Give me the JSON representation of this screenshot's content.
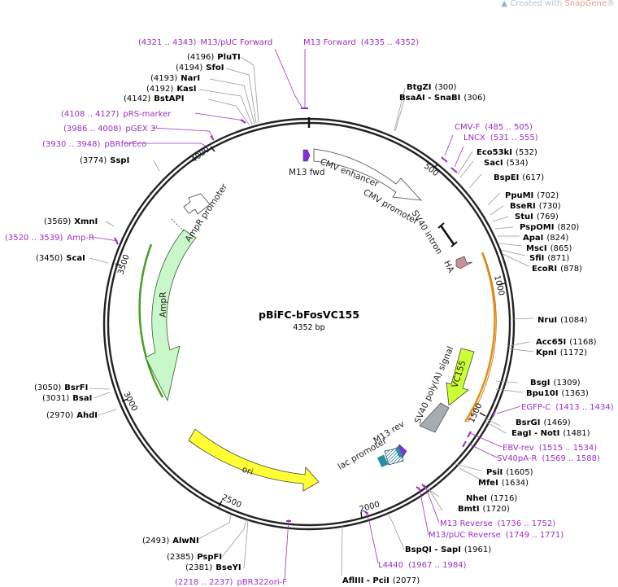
{
  "credit": {
    "prefix": "Created with ",
    "brand": "SnapGene",
    "reg": "®"
  },
  "plasmid": {
    "name": "pBiFC-bFosVC155",
    "size_label": "4352 bp",
    "length": 4352
  },
  "ticks": [
    {
      "label": "500",
      "pos": 500
    },
    {
      "label": "1000",
      "pos": 1000
    },
    {
      "label": "1500",
      "pos": 1500
    },
    {
      "label": "2000",
      "pos": 2000
    },
    {
      "label": "2500",
      "pos": 2500
    },
    {
      "label": "3000",
      "pos": 3000
    },
    {
      "label": "3500",
      "pos": 3500
    },
    {
      "label": "4000",
      "pos": 4000
    }
  ],
  "colors": {
    "enzyme": "#000000",
    "primer": "#9b2fc4",
    "ampr": "#c9f7c9",
    "ori": "#ffff33",
    "vc155": "#ccff33",
    "cmv": "#ffffff",
    "sv40polya": "#a6acb2",
    "ha": "#c9909a",
    "m13fwd": "#8a2be2",
    "lac": "#2a8ca0",
    "orange_arc": "#e88e12",
    "green_arc": "#4a9e1f"
  },
  "features": [
    {
      "name": "CMV enhancer",
      "label": "CMV enhancer"
    },
    {
      "name": "CMV promoter",
      "label": "CMV promoter"
    },
    {
      "name": "SV40 intron",
      "label": "SV40 intron"
    },
    {
      "name": "HA",
      "label": "HA"
    },
    {
      "name": "VC155",
      "label": "VC155"
    },
    {
      "name": "SV40 poly(A) signal",
      "label": "SV40 poly(A) signal"
    },
    {
      "name": "M13 rev",
      "label": "M13 rev"
    },
    {
      "name": "lac promoter",
      "label": "lac promoter"
    },
    {
      "name": "ori",
      "label": "ori"
    },
    {
      "name": "AmpR",
      "label": "AmpR"
    },
    {
      "name": "AmpR promoter",
      "label": "AmpR promoter"
    },
    {
      "name": "M13 fwd",
      "label": "M13 fwd"
    }
  ],
  "sites": [
    {
      "name": "BtgZI",
      "pos": "(300)"
    },
    {
      "name": "BsaAI - SnaBI",
      "pos": "(306)"
    },
    {
      "name": "Eco53kI",
      "pos": "(532)"
    },
    {
      "name": "SacI",
      "pos": "(534)"
    },
    {
      "name": "BspEI",
      "pos": "(617)"
    },
    {
      "name": "PpuMI",
      "pos": "(702)"
    },
    {
      "name": "BseRI",
      "pos": "(730)"
    },
    {
      "name": "StuI",
      "pos": "(769)"
    },
    {
      "name": "PspOMI",
      "pos": "(820)"
    },
    {
      "name": "ApaI",
      "pos": "(824)"
    },
    {
      "name": "MscI",
      "pos": "(865)"
    },
    {
      "name": "SfiI",
      "pos": "(871)"
    },
    {
      "name": "EcoRI",
      "pos": "(878)"
    },
    {
      "name": "NruI",
      "pos": "(1084)"
    },
    {
      "name": "Acc65I",
      "pos": "(1168)"
    },
    {
      "name": "KpnI",
      "pos": "(1172)"
    },
    {
      "name": "BsgI",
      "pos": "(1309)"
    },
    {
      "name": "Bpu10I",
      "pos": "(1363)"
    },
    {
      "name": "BsrGI",
      "pos": "(1469)"
    },
    {
      "name": "EagI - NotI",
      "pos": "(1481)"
    },
    {
      "name": "PsiI",
      "pos": "(1605)"
    },
    {
      "name": "MfeI",
      "pos": "(1634)"
    },
    {
      "name": "NheI",
      "pos": "(1716)"
    },
    {
      "name": "BmtI",
      "pos": "(1720)"
    },
    {
      "name": "BspQI - SapI",
      "pos": "(1961)"
    },
    {
      "name": "AflIII - PciI",
      "pos": "(2077)"
    },
    {
      "name": "PspFI",
      "pos": "(2385)"
    },
    {
      "name": "BseYI",
      "pos": "(2381)"
    },
    {
      "name": "AlwNI",
      "pos": "(2493)"
    },
    {
      "name": "AhdI",
      "pos": "(2970)"
    },
    {
      "name": "BsaI",
      "pos": "(3031)"
    },
    {
      "name": "BsrFI",
      "pos": "(3050)"
    },
    {
      "name": "ScaI",
      "pos": "(3450)"
    },
    {
      "name": "XmnI",
      "pos": "(3569)"
    },
    {
      "name": "SspI",
      "pos": "(3774)"
    },
    {
      "name": "BstAPI",
      "pos": "(4142)"
    },
    {
      "name": "KasI",
      "pos": "(4192)"
    },
    {
      "name": "NarI",
      "pos": "(4193)"
    },
    {
      "name": "SfoI",
      "pos": "(4194)"
    },
    {
      "name": "PluTI",
      "pos": "(4196)"
    }
  ],
  "primers": [
    {
      "name": "M13/pUC Forward",
      "range": "(4321 .. 4343)"
    },
    {
      "name": "M13 Forward",
      "range": "(4335 .. 4352)"
    },
    {
      "name": "CMV-F",
      "range": "(485 .. 505)"
    },
    {
      "name": "LNCX",
      "range": "(531 .. 555)"
    },
    {
      "name": "EGFP-C",
      "range": "(1413 .. 1434)"
    },
    {
      "name": "EBV-rev",
      "range": "(1515 .. 1534)"
    },
    {
      "name": "SV40pA-R",
      "range": "(1569 .. 1588)"
    },
    {
      "name": "M13 Reverse",
      "range": "(1736 .. 1752)"
    },
    {
      "name": "M13/pUC Reverse",
      "range": "(1749 .. 1771)"
    },
    {
      "name": "L4440",
      "range": "(1967 .. 1984)"
    },
    {
      "name": "pBR322ori-F",
      "range": "(2218 .. 2237)"
    },
    {
      "name": "Amp-R",
      "range": "(3520 .. 3539)"
    },
    {
      "name": "pBRforEco",
      "range": "(3930 .. 3948)"
    },
    {
      "name": "pGEX 3'",
      "range": "(3986 .. 4008)"
    },
    {
      "name": "pRS-marker",
      "range": "(4108 .. 4127)"
    }
  ]
}
